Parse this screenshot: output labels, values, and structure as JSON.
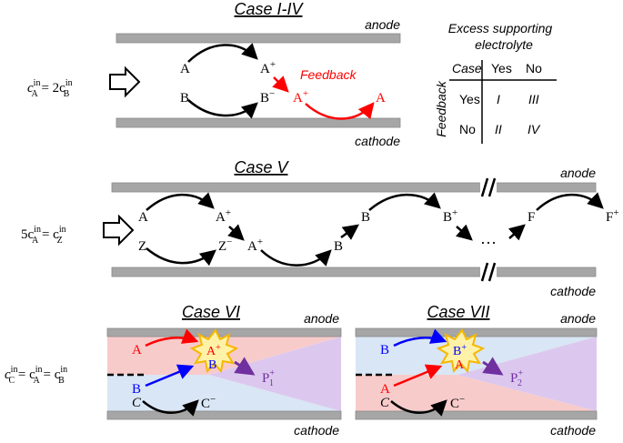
{
  "colors": {
    "electrode": "#a6a6a6",
    "red": "#ff0000",
    "blue": "#0000ff",
    "purple": "#7030a0",
    "band_red": "#f8cbcb",
    "band_blue": "#d9e6f5",
    "band_purple": "#dcc8ee",
    "star_fill": "#fff2a8",
    "star_stroke": "#f5b800"
  },
  "panel1": {
    "title": "Case I-IV",
    "anode": "anode",
    "cathode": "cathode",
    "feedback": "Feedback",
    "cond_left": "c",
    "cond_mid": " = 2c",
    "sup_in": "in",
    "sub_A": "A",
    "sub_B": "B",
    "sp_A": "A",
    "sp_Aplus": "A",
    "sp_B": "B",
    "sp_Bminus": "B",
    "sp_Aplus2": "A",
    "sp_A2": "A",
    "plus": "+",
    "minus": "−"
  },
  "table": {
    "header_line1": "Excess supporting",
    "header_line2": "electrolyte",
    "row_header": "Feedback",
    "case_label": "Case",
    "yes": "Yes",
    "no": "No",
    "cells": [
      "I",
      "III",
      "II",
      "IV"
    ]
  },
  "panel2": {
    "title": "Case V",
    "anode": "anode",
    "cathode": "cathode",
    "cond_coef": "5c",
    "cond_mid": " = c",
    "sup_in": "in",
    "sub_A": "A",
    "sub_Z": "Z",
    "sp_A": "A",
    "sp_Aplus": "A",
    "sp_Z": "Z",
    "sp_Zminus": "Z",
    "sp_Aplus2": "A",
    "sp_B1": "B",
    "sp_B2": "B",
    "sp_Bplus": "B",
    "ellipsis": "…",
    "sp_F": "F",
    "sp_Fplus": "F",
    "plus": "+",
    "minus": "−"
  },
  "panel3": {
    "cond_c": "c",
    "eq": " = c",
    "sup_in": "in",
    "sub_C": "C",
    "sub_A": "A",
    "sub_B": "B"
  },
  "case6": {
    "title": "Case VI",
    "anode": "anode",
    "cathode": "cathode",
    "sp_A": "A",
    "sp_B": "B",
    "sp_C": "C",
    "sp_Cminus": "C",
    "star_top": "A",
    "star_bot": "B",
    "product": "P",
    "product_sub": "1",
    "plus": "+",
    "minus": "−"
  },
  "case7": {
    "title": "Case VII",
    "anode": "anode",
    "cathode": "cathode",
    "sp_B": "B",
    "sp_A": "A",
    "sp_C": "C",
    "sp_Cminus": "C",
    "star_top": "B",
    "star_bot": "A",
    "product": "P",
    "product_sub": "2",
    "plus": "+",
    "minus": "−"
  }
}
